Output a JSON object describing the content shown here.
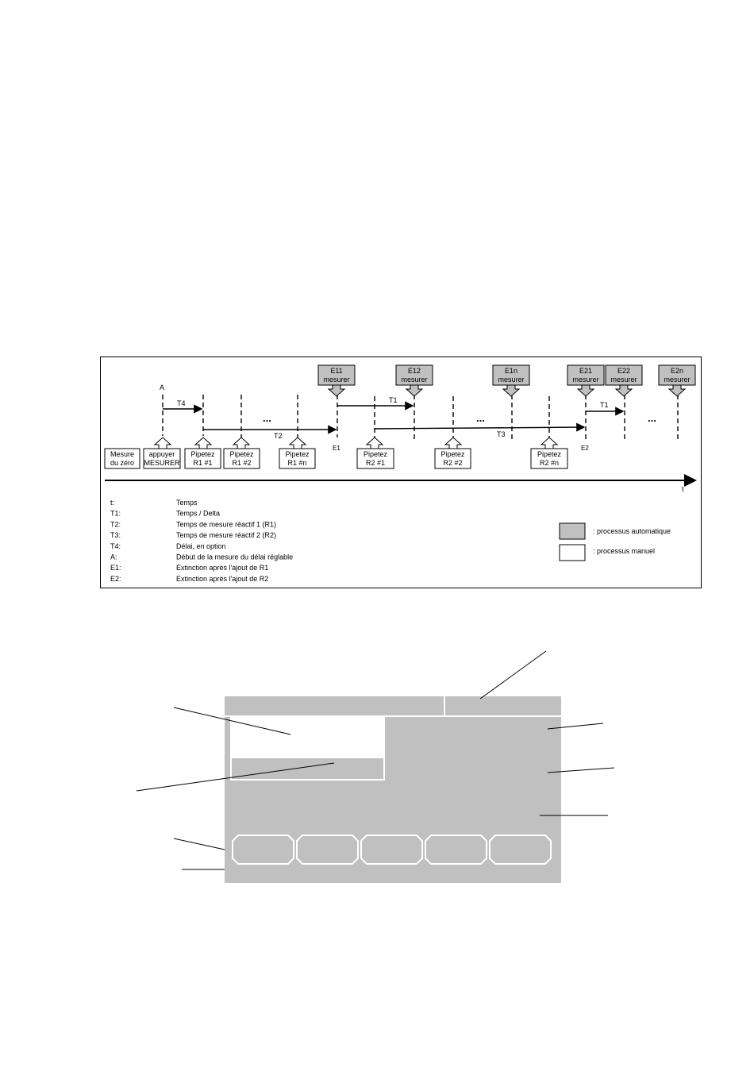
{
  "timeline": {
    "point_a": "A",
    "t_axis": "t",
    "auto_boxes": [
      {
        "code": "E11",
        "action": "mesurer"
      },
      {
        "code": "E12",
        "action": "mesurer"
      },
      {
        "code": "E1n",
        "action": "mesurer"
      },
      {
        "code": "E21",
        "action": "mesurer"
      },
      {
        "code": "E22",
        "action": "mesurer"
      },
      {
        "code": "E2n",
        "action": "mesurer"
      }
    ],
    "manual_boxes": [
      {
        "line1": "Mesure",
        "line2": "du zéro"
      },
      {
        "line1": "appuyer",
        "line2": "MESURER"
      },
      {
        "line1": "Pipetez",
        "line2": "R1 #1"
      },
      {
        "line1": "Pipetez",
        "line2": "R1 #2"
      },
      {
        "line1": "Pipetez",
        "line2": "R1 #n"
      },
      {
        "line1": "Pipetez",
        "line2": "R2 #1"
      },
      {
        "line1": "Pipetez",
        "line2": "R2 #2"
      },
      {
        "line1": "Pipetez",
        "line2": "R2 #n"
      }
    ],
    "intervals": {
      "t4": "T4",
      "t1_first": "T1",
      "t1_second": "T1",
      "t2": "T2",
      "t3": "T3"
    },
    "ellipsis": "...",
    "e1": "E1",
    "e2": "E2",
    "legend": [
      {
        "key": "t:",
        "text": "Temps"
      },
      {
        "key": "T1:",
        "text": "Temps / Delta"
      },
      {
        "key": "T2:",
        "text": "Temps de mesure réactif 1 (R1)"
      },
      {
        "key": "T3:",
        "text": "Temps de mesure réactif 2 (R2)"
      },
      {
        "key": "T4:",
        "text": "Délai, en option"
      },
      {
        "key": "A:",
        "text": "Début de la mesure du délai réglable"
      },
      {
        "key": "E1:",
        "text": "Extinction après l'ajout de R1"
      },
      {
        "key": "E2:",
        "text": "Extinction après l'ajout de R2"
      }
    ],
    "key_auto": ": processus automatique",
    "key_manual": ": processus manuel",
    "colors": {
      "auto_fill": "#c0c0c0",
      "manual_fill": "#ffffff",
      "line": "#000000"
    }
  },
  "display": {
    "colors": {
      "screen_bg": "#c0c0c0",
      "highlight": "#ffffff"
    }
  }
}
